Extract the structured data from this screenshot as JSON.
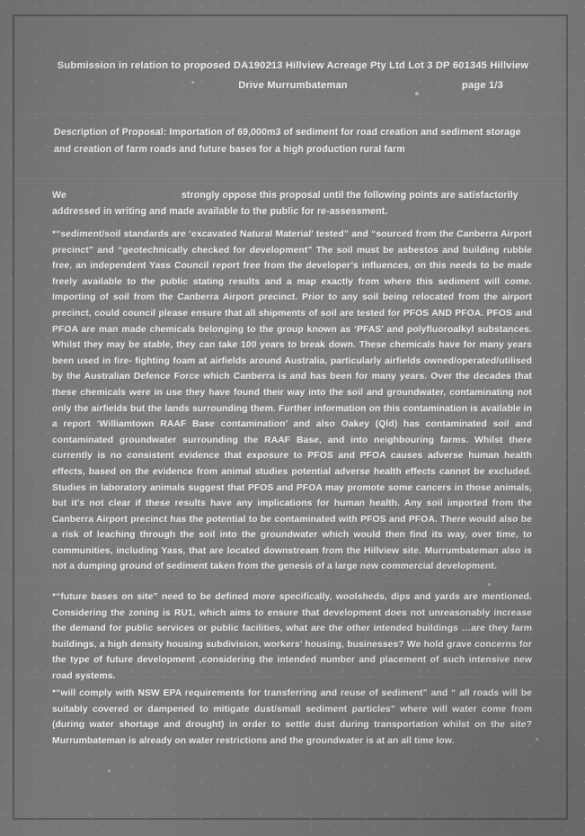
{
  "document": {
    "kind": "scanned-submission-letter",
    "page_label": "page 1/3",
    "title_line_1": "Submission in relation to proposed DA190213 Hillview Acreage Pty Ltd Lot 3 DP 601345 Hillview",
    "title_line_2": "Drive Murrumbateman",
    "description": "Description of Proposal: Importation of 69,000m3 of sediment for road creation and sediment storage and creation of farm roads and future bases for a high production rural farm",
    "opening_before_redaction": "We",
    "opening_after_redaction": "strongly oppose this proposal until the following points are satisfactorily addressed in writing and made available to the public for re-assessment.",
    "paragraphs": [
      {
        "id": "paragraph-sediment-standards",
        "text": "*“sediment/soil standards are ‘excavated Natural Material’ tested” and “sourced from the Canberra Airport precinct” and “geotechnically checked for development” The soil must be asbestos and building rubble free, an independent Yass Council report free from the developer’s influences, on this needs to be made freely available to the public stating results and a map exactly from where this sediment will come. Importing of soil from the Canberra Airport precinct. Prior to any soil being relocated from the airport precinct, could council please ensure that all shipments of soil are tested for PFOS AND PFOA. PFOS and PFOA are man made chemicals belonging to the group known as ‘PFAS’ and polyfluoroalkyl substances. Whilst they may be stable, they can take 100 years to break down. These chemicals have for many years been used in fire- fighting foam at airfields around Australia, particularly airfields owned/operated/utilised by the Australian Defence Force which Canberra is and has been for many years. Over the decades that these chemicals were in use they have found their way into the soil and groundwater, contaminating not only the airfields but the lands surrounding them. Further information on this contamination is available in a report ‘Williamtown RAAF Base contamination’ and also Oakey (Qld) has contaminated soil and contaminated groundwater surrounding the RAAF Base, and into neighbouring farms. Whilst there currently is no consistent evidence that exposure to PFOS and PFOA causes adverse human health effects, based on the evidence from animal studies potential adverse health effects cannot be excluded. Studies in laboratory animals suggest that PFOS and PFOA may promote some cancers in those animals, but it’s not clear if these results have any implications for human health. Any soil imported from the Canberra Airport precinct has the potential to be contaminated with PFOS and PFOA. There would also be a risk of leaching through the soil into the groundwater which would then find its way, over time, to communities, including Yass, that are located downstream from the Hillview site. Murrumbateman also is not a dumping ground of sediment taken from the genesis of a large new commercial development."
      },
      {
        "id": "paragraph-future-bases",
        "text": "*“future bases on site” need to be defined more specifically, woolsheds, dips and yards are mentioned. Considering the zoning is RU1, which aims to ensure that development does not unreasonably increase the demand for public services or public facilities, what are the other intended buildings …are they farm buildings, a high density housing subdivision, workers’ housing, businesses? We hold grave concerns for the type of future development ,considering the intended number and placement of such intensive new road systems."
      },
      {
        "id": "paragraph-epa-dust",
        "text": "*“will comply with NSW EPA requirements for transferring and reuse of sediment” and “ all roads will be suitably covered or dampened to mitigate dust/small sediment particles” where will water come from (during water shortage and drought) in order to settle dust during transportation whilst on the site? Murrumbateman is already on water restrictions and the groundwater is at an all time low."
      }
    ]
  }
}
